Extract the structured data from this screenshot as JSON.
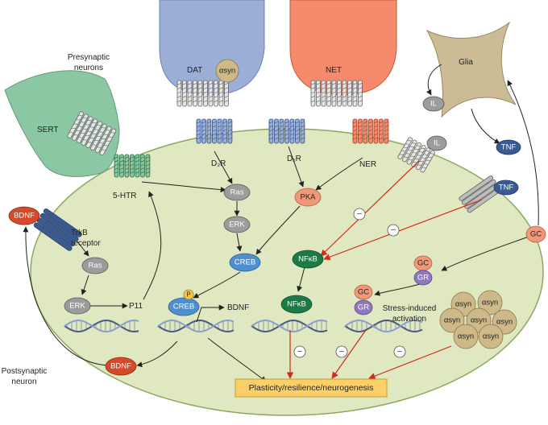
{
  "neurons": {
    "presynaptic": [
      "Presynaptic",
      "neurons"
    ],
    "postsynaptic": [
      "Postsynaptic",
      "neuron"
    ],
    "glia": "Glia"
  },
  "terminals": {
    "sert": "SERT",
    "dat": "DAT",
    "net": "NET",
    "asyn_dat": "αsyn"
  },
  "receptors": {
    "htr": "5-HTR",
    "d2r": "D₂R",
    "d1r": "D₁R",
    "ner": "NER",
    "trkb": [
      "TrkB",
      "receptor"
    ]
  },
  "nodes": {
    "ras_center": "Ras",
    "erk_center": "ERK",
    "pka": "PKA",
    "creb_top": "CREB",
    "nfkb_top": "NFκB",
    "nfkb_low": "NFκB",
    "bdnf_top": "BDNF",
    "bdnf_bottom": "BDNF",
    "ras_left": "Ras",
    "erk_left": "ERK",
    "il_glia": "IL",
    "tnf_glia": "TNF",
    "il_rec": "IL",
    "tnf_rec": "TNF",
    "gc_out": "GC",
    "gc_mid": "GC",
    "gr_mid": "GR",
    "gc_low": "GC",
    "gr_low": "GR",
    "p_phos": "P",
    "creb_low": "CREB"
  },
  "gene_labels": {
    "p11": "P11",
    "bdnf_gene": "BDNF"
  },
  "stress": [
    "Stress-induced",
    "activation"
  ],
  "asyn_cluster": [
    "αsyn",
    "αsyn",
    "αsyn",
    "αsyn",
    "αsyn",
    "αsyn",
    "αsyn"
  ],
  "minus_sign": "−",
  "outcome": "Plasticity/resilience/neurogenesis",
  "colors": {
    "cell_fill": "#dfe8c0",
    "cell_stroke": "#8aa860",
    "sert": "#8cc7a4",
    "dat": "#9aaed6",
    "net": "#f58a6c",
    "glia": "#ccbb95",
    "node_gray": "#9c9c9c",
    "node_salmon": "#f0987a",
    "node_blue": "#4f8fd0",
    "node_green": "#1d7a46",
    "node_red": "#d64a2c",
    "node_purple": "#8e79c0",
    "node_navy": "#3a5a92",
    "arrow_red": "#d22a1c",
    "outcome_fill": "#fbd06a"
  }
}
